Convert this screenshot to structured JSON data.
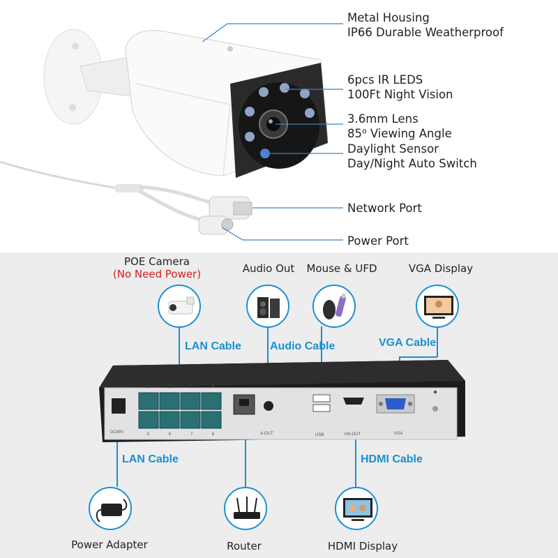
{
  "camera_features": {
    "housing_line1": "Metal Housing",
    "housing_line2": "IP66 Durable Weatherproof",
    "ir_line1": "6pcs IR LEDS",
    "ir_line2": "100Ft Night Vision",
    "lens_line1": "3.6mm Lens",
    "lens_line2": "85⁰ Viewing Angle",
    "sensor_line1": "Daylight Sensor",
    "sensor_line2": "Day/Night Auto Switch",
    "network_port": "Network Port",
    "power_port": "Power Port"
  },
  "connections": {
    "poe_camera": "POE Camera",
    "poe_note": "(No Need Power)",
    "audio_out": "Audio Out",
    "mouse_ufd": "Mouse & UFD",
    "vga_display": "VGA Display",
    "power_adapter": "Power Adapter",
    "router": "Router",
    "hdmi_display": "HDMI Display"
  },
  "cables": {
    "lan_top": "LAN Cable",
    "audio": "Audio Cable",
    "vga": "VGA Cable",
    "lan_bottom": "LAN Cable",
    "hdmi": "HDMI Cable"
  },
  "nvr_panel": {
    "port_numbers_top": [
      "1",
      "2",
      "3",
      "4"
    ],
    "port_numbers_bottom": [
      "5",
      "6",
      "7",
      "8"
    ],
    "dc_label": "DC48V",
    "aout_label": "A-OUT",
    "usb_label": "USB",
    "hdout_label": "HD-OUT",
    "vga_label": "VGA"
  },
  "colors": {
    "accent_blue": "#1a8fd0",
    "warning_red": "#d81e1e",
    "nvr_body": "#1c1c1c",
    "panel_bg": "#e2e2e2"
  }
}
